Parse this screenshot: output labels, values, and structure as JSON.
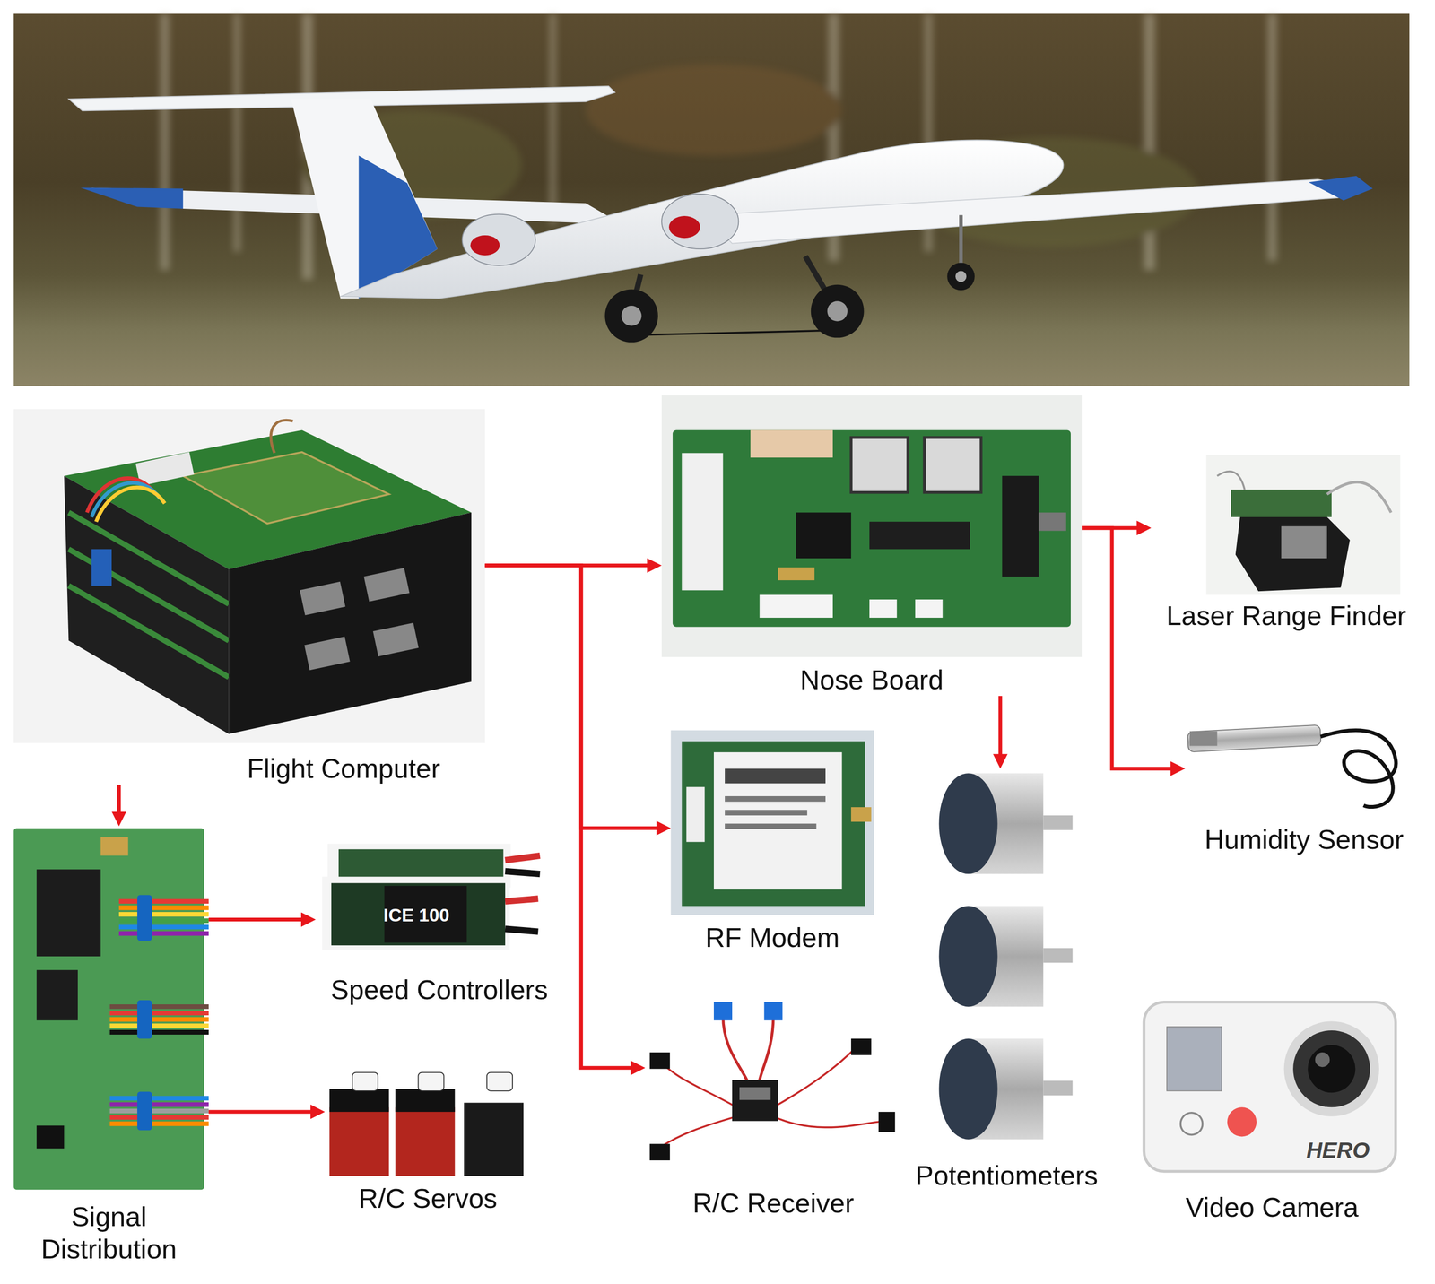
{
  "diagram": {
    "nodes": [
      {
        "text": [
          "Flight Computer"
        ]
      },
      {
        "text": [
          "Nose Board"
        ]
      },
      {
        "text": [
          "Laser Range Finder"
        ]
      },
      {
        "text": [
          "Humidity Sensor"
        ]
      },
      {
        "text": [
          "RF Modem"
        ]
      },
      {
        "text": [
          "Potentiometers"
        ]
      },
      {
        "text": [
          "Signal Distribution"
        ]
      },
      {
        "text": [
          "Speed Controllers"
        ]
      },
      {
        "text": [
          "R/C Receiver"
        ]
      },
      {
        "text": [
          "R/C Servos"
        ]
      },
      {
        "text": [
          "Video Camera"
        ]
      }
    ],
    "edges": [
      {
        "from": 0,
        "to": 1,
        "arrow": "to"
      },
      {
        "from": 0,
        "to": 4,
        "arrow": "to"
      },
      {
        "from": 0,
        "to": 8,
        "arrow": "to"
      },
      {
        "from": 0,
        "to": 6,
        "arrow": "to"
      },
      {
        "from": 6,
        "to": 7,
        "arrow": "to"
      },
      {
        "from": 6,
        "to": 9,
        "arrow": "to"
      },
      {
        "from": 1,
        "to": 2,
        "arrow": "to"
      },
      {
        "from": 1,
        "to": 3,
        "arrow": "to"
      },
      {
        "from": 1,
        "to": 5,
        "arrow": "to"
      }
    ],
    "labels": [
      "ICE 100",
      "HERO"
    ]
  }
}
